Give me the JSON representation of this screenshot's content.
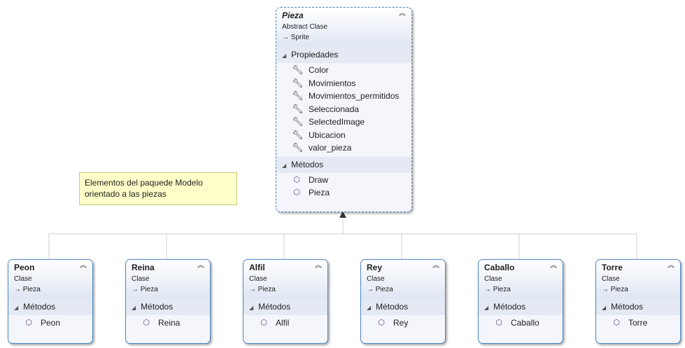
{
  "parent": {
    "name": "Pieza",
    "stereotype": "Abstract Clase",
    "base": "Sprite",
    "properties_label": "Propiedades",
    "properties": [
      "Color",
      "Movimientos",
      "Movimientos_permitidos",
      "Seleccionada",
      "SelectedImage",
      "Ubicacion",
      "valor_pieza"
    ],
    "methods_label": "Métodos",
    "methods": [
      "Draw",
      "Pieza"
    ]
  },
  "note": {
    "line1": "Elementos del paquede Modelo",
    "line2": "orientado a las piezas"
  },
  "children": [
    {
      "name": "Peon",
      "stereotype": "Clase",
      "base": "Pieza",
      "methods_label": "Métodos",
      "method": "Peon"
    },
    {
      "name": "Reina",
      "stereotype": "Clase",
      "base": "Pieza",
      "methods_label": "Métodos",
      "method": "Reina"
    },
    {
      "name": "Alfil",
      "stereotype": "Clase",
      "base": "Pieza",
      "methods_label": "Métodos",
      "method": "Alfil"
    },
    {
      "name": "Rey",
      "stereotype": "Clase",
      "base": "Pieza",
      "methods_label": "Métodos",
      "method": "Rey"
    },
    {
      "name": "Caballo",
      "stereotype": "Clase",
      "base": "Pieza",
      "methods_label": "Métodos",
      "method": "Caballo"
    },
    {
      "name": "Torre",
      "stereotype": "Clase",
      "base": "Pieza",
      "methods_label": "Métodos",
      "method": "Torre"
    }
  ],
  "icons": {
    "property": "wrench-icon",
    "method": "cube-icon",
    "inherit": "arrow-right-icon",
    "collapse": "double-chevron-up-icon",
    "expander": "triangle-down-icon"
  },
  "colors": {
    "border": "#4a86c5",
    "header_gradient_end": "#dfe6f3",
    "section": "#e4e9f3",
    "note_bg": "#ffffc9",
    "connector": "#d2d2d2"
  }
}
